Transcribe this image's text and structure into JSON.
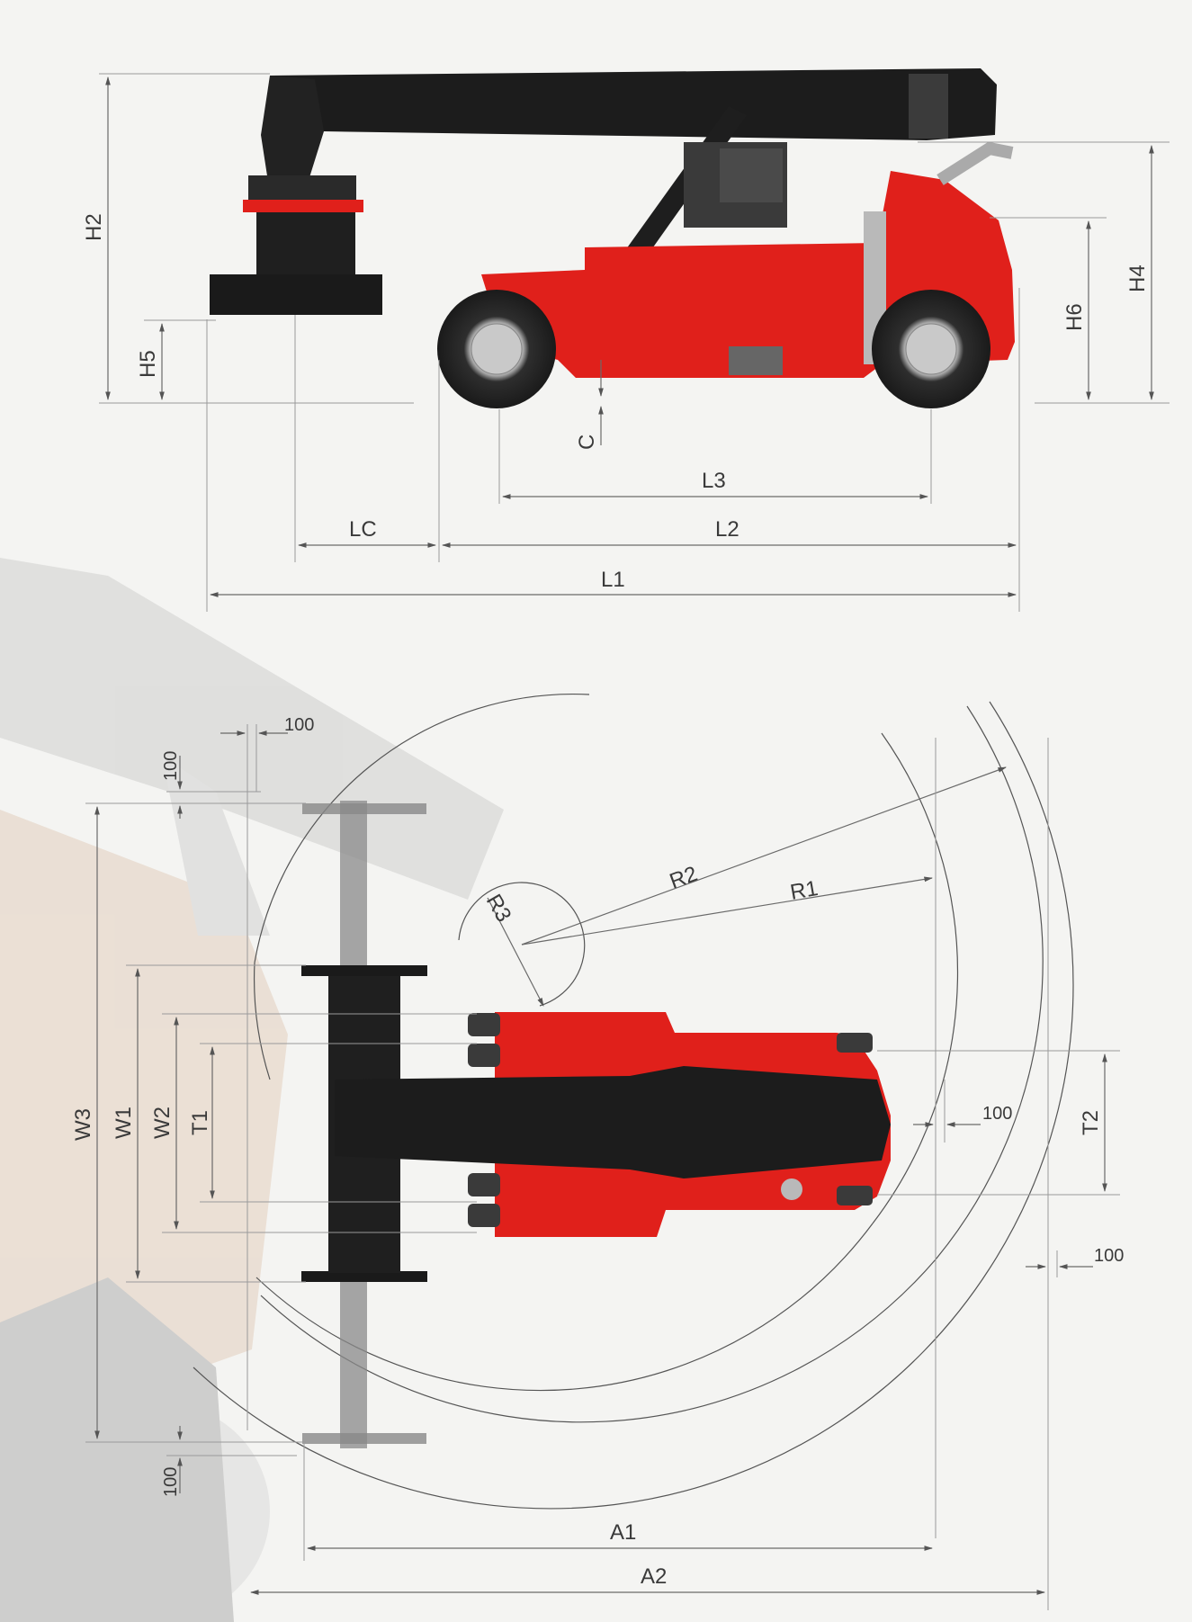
{
  "side_view": {
    "labels": {
      "H2": "H2",
      "H5": "H5",
      "H4": "H4",
      "H6": "H6",
      "C": "C",
      "L3": "L3",
      "LC": "LC",
      "L2": "L2",
      "L1": "L1"
    }
  },
  "top_view": {
    "labels": {
      "R1": "R1",
      "R2": "R2",
      "R3": "R3",
      "W3": "W3",
      "W1": "W1",
      "W2": "W2",
      "T1": "T1",
      "T2": "T2",
      "A1": "A1",
      "A2": "A2"
    },
    "clearance": {
      "top_horizontal": "100",
      "top_vertical": "100",
      "bottom_vertical": "100",
      "front": "100",
      "front_outer": "100"
    }
  },
  "colors": {
    "body_red": "#e0201b",
    "boom_black": "#1c1c1c",
    "tire_grey": "#3a3a3a",
    "background": "#f4f4f2"
  }
}
